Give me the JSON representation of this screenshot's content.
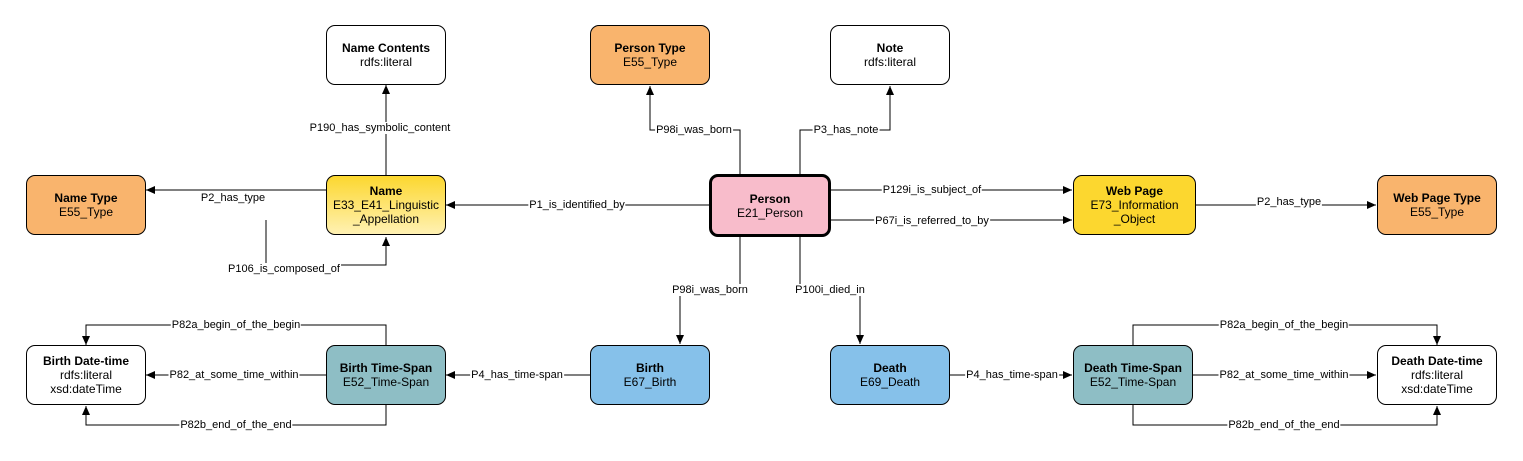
{
  "nodes": {
    "name_contents": {
      "title": "Name Contents",
      "lines": [
        "rdfs:literal"
      ]
    },
    "person_type": {
      "title": "Person Type",
      "lines": [
        "E55_Type"
      ]
    },
    "note": {
      "title": "Note",
      "lines": [
        "rdfs:literal"
      ]
    },
    "name_type": {
      "title": "Name Type",
      "lines": [
        "E55_Type"
      ]
    },
    "name": {
      "title": "Name",
      "lines": [
        "E33_E41_Linguistic",
        "_Appellation"
      ]
    },
    "person": {
      "title": "Person",
      "lines": [
        "E21_Person"
      ]
    },
    "web_page": {
      "title": "Web Page",
      "lines": [
        "E73_Information",
        "_Object"
      ]
    },
    "web_page_type": {
      "title": "Web Page Type",
      "lines": [
        "E55_Type"
      ]
    },
    "birth_datetime": {
      "title": "Birth Date-time",
      "lines": [
        "rdfs:literal",
        "xsd:dateTime"
      ]
    },
    "birth_timespan": {
      "title": "Birth Time-Span",
      "lines": [
        "E52_Time-Span"
      ]
    },
    "birth": {
      "title": "Birth",
      "lines": [
        "E67_Birth"
      ]
    },
    "death": {
      "title": "Death",
      "lines": [
        "E69_Death"
      ]
    },
    "death_timespan": {
      "title": "Death Time-Span",
      "lines": [
        "E52_Time-Span"
      ]
    },
    "death_datetime": {
      "title": "Death Date-time",
      "lines": [
        "rdfs:literal",
        "xsd:dateTime"
      ]
    }
  },
  "edges": {
    "p190": "P190_has_symbolic_content",
    "p98i_type": "P98i_was_born",
    "p3": "P3_has_note",
    "p2_name": "P2_has_type",
    "p106": "P106_is_composed_of",
    "p1": "P1_is_identified_by",
    "p129i": "P129i_is_subject_of",
    "p67i": "P67i_is_referred_to_by",
    "p2_web": "P2_has_type",
    "p98i_birth": "P98i_was_born",
    "p100i": "P100i_died_in",
    "p4_birth": "P4_has_time-span",
    "p4_death": "P4_has_time-span",
    "p82a_birth": "P82a_begin_of_the_begin",
    "p82_birth": "P82_at_some_time_within",
    "p82b_birth": "P82b_end_of_the_end",
    "p82a_death": "P82a_begin_of_the_begin",
    "p82_death": "P82_at_some_time_within",
    "p82b_death": "P82b_end_of_the_end"
  },
  "colors": {
    "white": "#ffffff",
    "orange": "#f9b46d",
    "yellow": "#fcd72f",
    "pink": "#f8bccb",
    "blue": "#86c1ea",
    "teal": "#8ebec5",
    "line": "#000000"
  }
}
